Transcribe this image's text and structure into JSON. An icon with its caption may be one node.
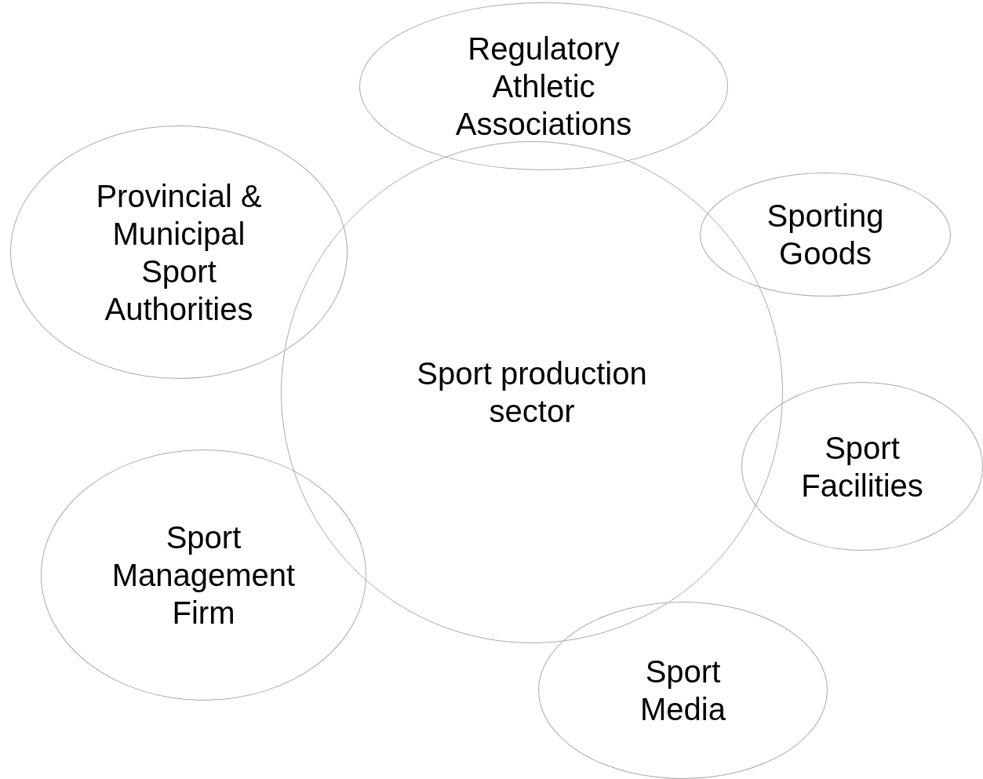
{
  "diagram": {
    "nodes": [
      {
        "text": [
          "Sport production sector"
        ]
      },
      {
        "text": [
          "Regulatory Athletic Associations"
        ]
      },
      {
        "text": [
          "Provincial & Municipal Sport Authorities"
        ]
      },
      {
        "text": [
          "Sporting Goods"
        ]
      },
      {
        "text": [
          "Sport Facilities"
        ]
      },
      {
        "text": [
          "Sport Management Firm"
        ]
      },
      {
        "text": [
          "Sport Media"
        ]
      }
    ]
  }
}
